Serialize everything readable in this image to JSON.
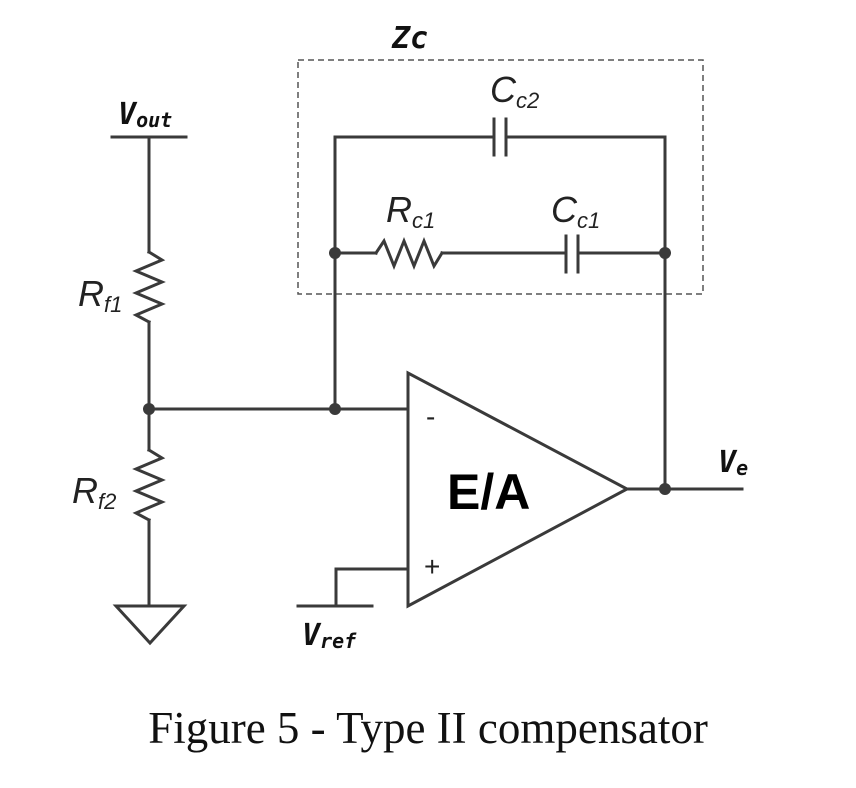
{
  "labels": {
    "zc": "Zc",
    "cc2_main": "C",
    "cc2_sub": "c2",
    "rc1_main": "R",
    "rc1_sub": "c1",
    "cc1_main": "C",
    "cc1_sub": "c1",
    "vout_main": "V",
    "vout_sub": "out",
    "rf1_main": "R",
    "rf1_sub": "f1",
    "rf2_main": "R",
    "rf2_sub": "f2",
    "ve_main": "V",
    "ve_sub": "e",
    "vref_main": "V",
    "vref_sub": "ref",
    "amp": "E/A",
    "minus": "-",
    "plus": "+"
  },
  "caption": "Figure 5 - Type II compensator"
}
